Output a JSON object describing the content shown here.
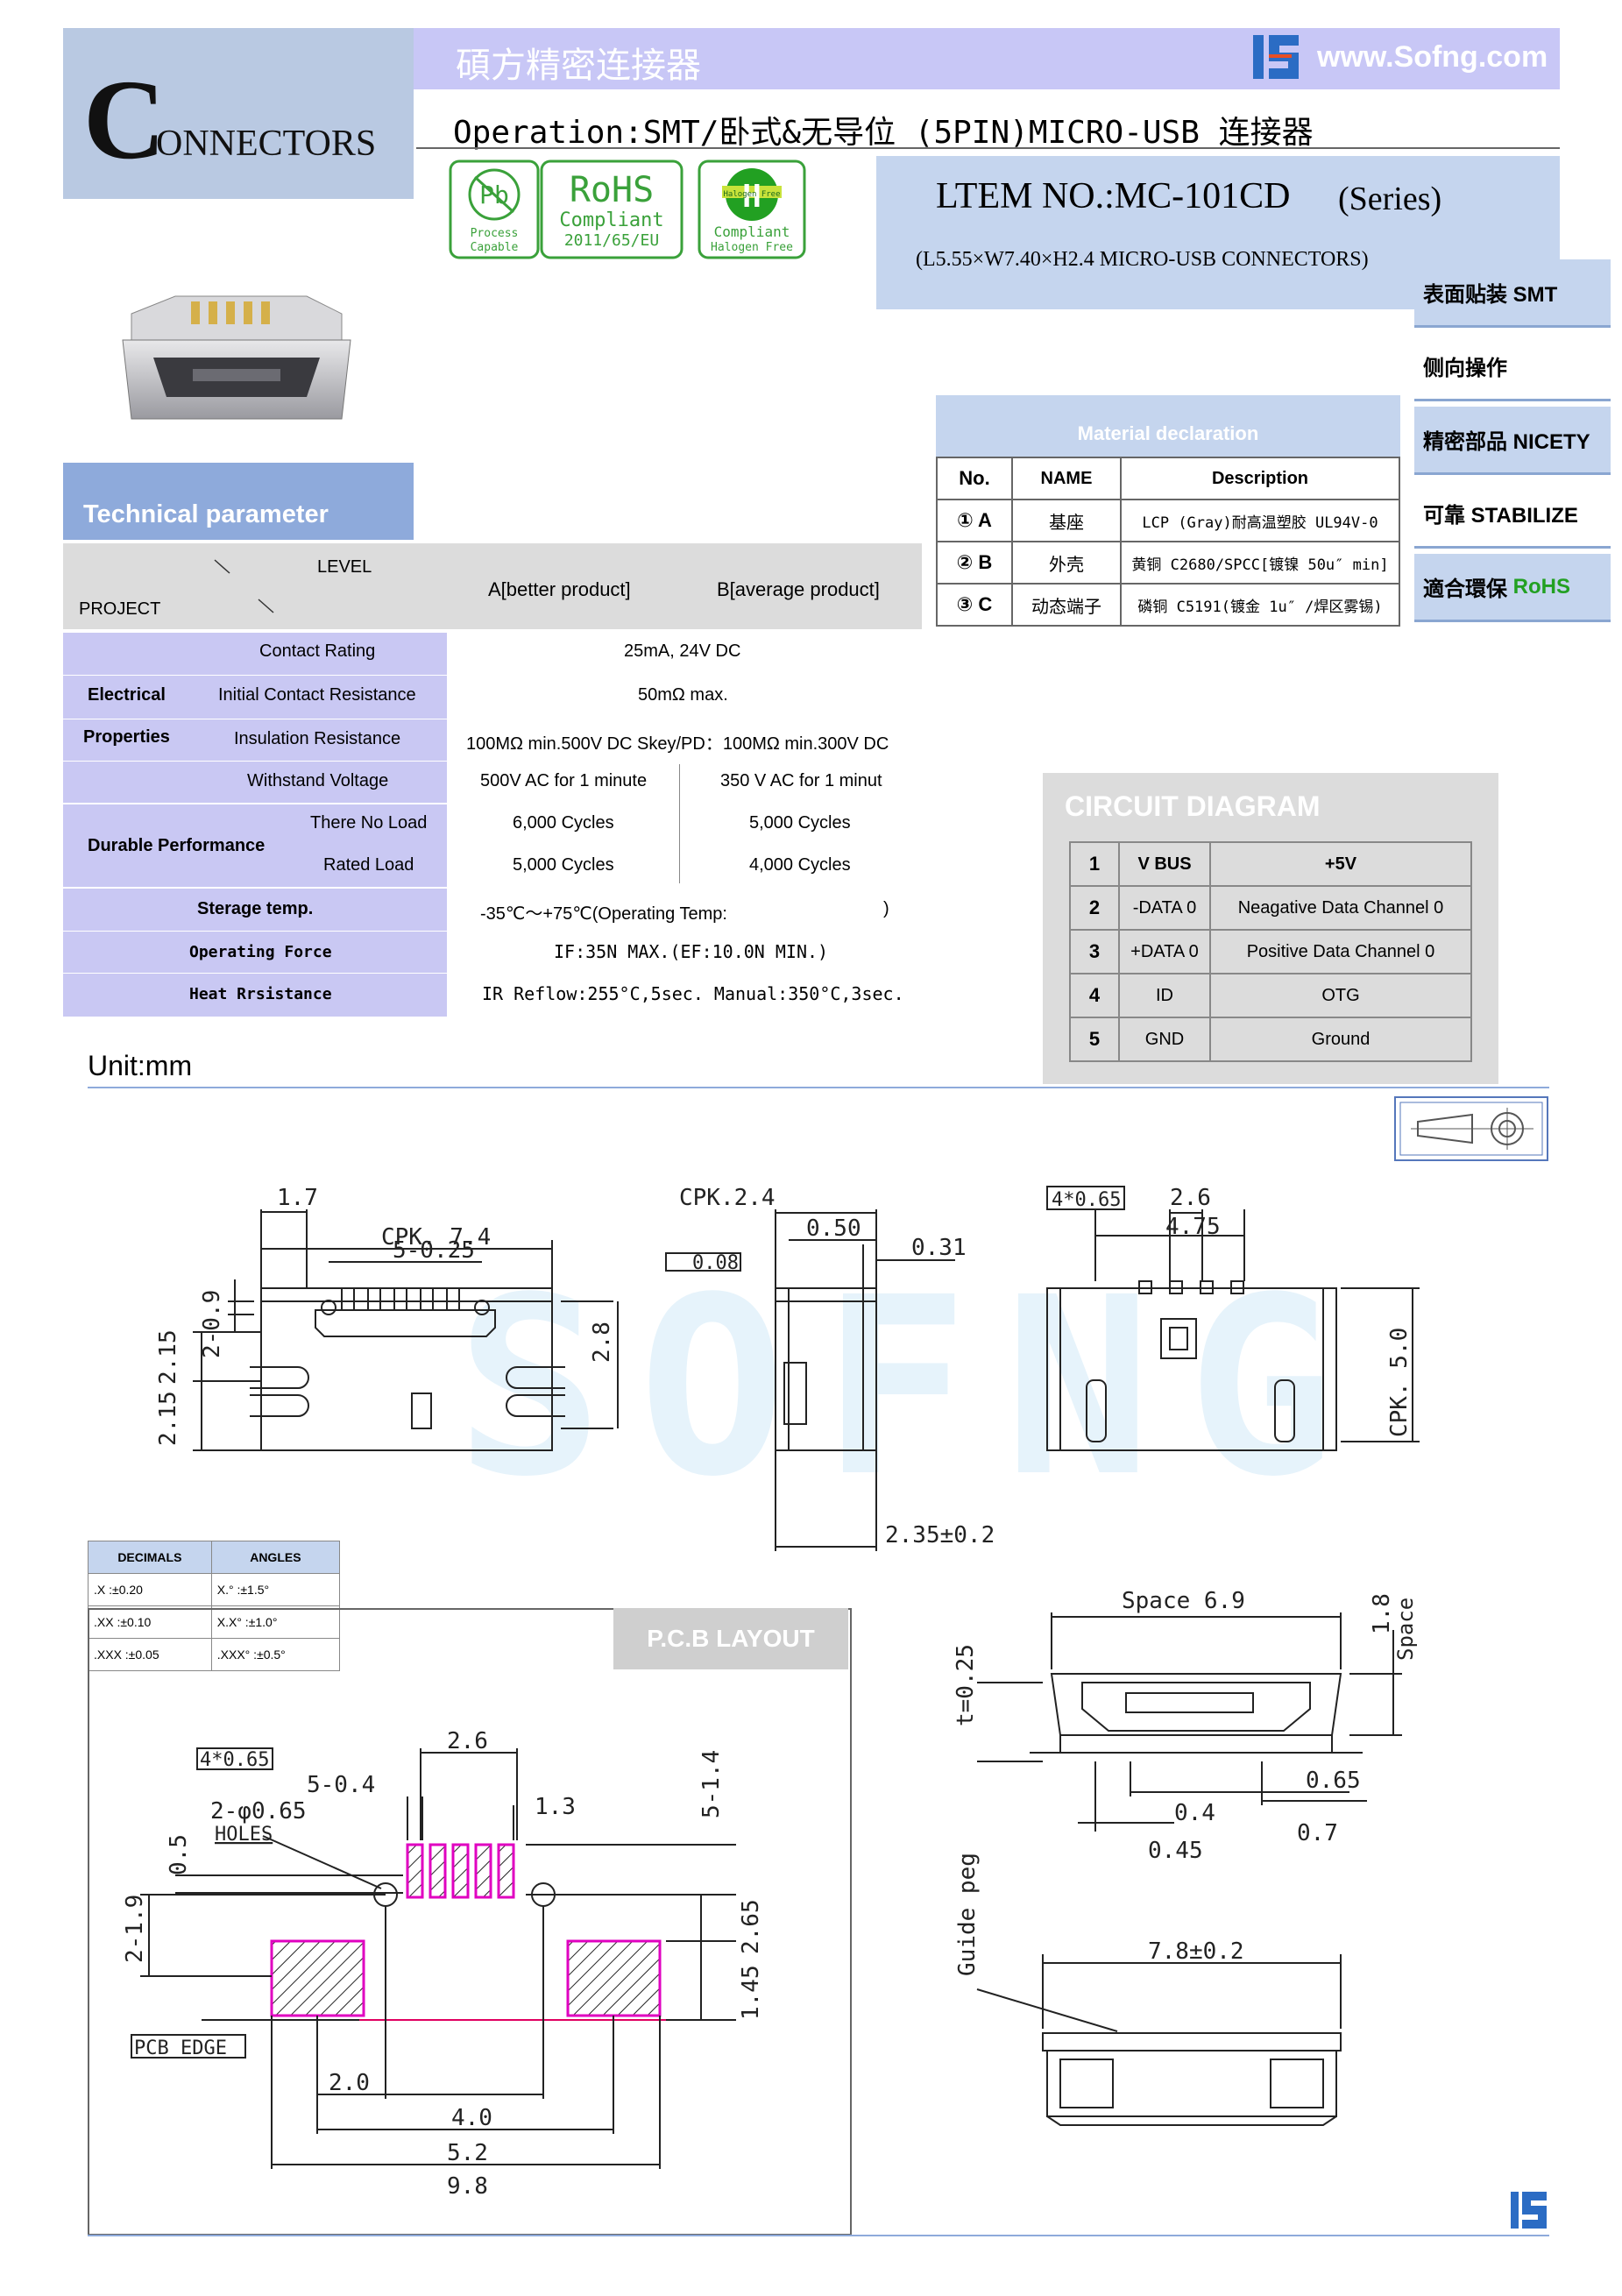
{
  "brand": {
    "initial": "C",
    "rest": "ONNECTORS",
    "band_title": "碩方精密连接器",
    "url": "www.Sofng.com"
  },
  "operation": {
    "title": "Operation:SMT/卧式&无导位  (5PIN)MICRO-USB 连接器"
  },
  "certs": {
    "pb": "Pb",
    "pb_sub1": "Process",
    "pb_sub2": "Capable",
    "rohs": "RoHS",
    "rohs_sub1": "Compliant",
    "rohs_sub2": "2011/65/EU",
    "hf": "H",
    "hf_top": "Halogen Free",
    "hf_sub1": "Compliant",
    "hf_sub2": "Halogen Free"
  },
  "item": {
    "no": "LTEM NO.:MC-101CD",
    "series": "(Series)",
    "dims": "(L5.55×W7.40×H2.4    MICRO-USB CONNECTORS)"
  },
  "side_tags": [
    {
      "label": "表面贴装  SMT"
    },
    {
      "label": "侧向操作"
    },
    {
      "label": "精密部品 NICETY"
    },
    {
      "label": "可靠 STABILIZE"
    },
    {
      "label": "適合環保",
      "accent": "RoHS"
    }
  ],
  "colors": {
    "band": "#c8c7f6",
    "light_blue": "#c5d5ee",
    "tp_blue": "#8eaadb",
    "lavender": "#c9c8f3",
    "rohs_green": "#22a022",
    "magenta": "#e000c0"
  },
  "tech": {
    "title": "Technical parameter",
    "level": "LEVEL",
    "project": "PROJECT",
    "col_a": "A[better product]",
    "col_b": "B[average product]",
    "rows": {
      "electrical": "Electrical",
      "properties": "Properties",
      "contact_rating": "Contact Rating",
      "contact_rating_val": "25mA, 24V DC",
      "initial_res": "Initial Contact Resistance",
      "initial_res_val": "50mΩ max.",
      "insulation": "Insulation Resistance",
      "insulation_val": "100MΩ min.500V DC    Skey/PD：100MΩ min.300V DC",
      "withstand": "Withstand Voltage",
      "withstand_a": "500V AC for 1 minute",
      "withstand_b": "350 V AC for 1 minut",
      "durable": "Durable Performance",
      "no_load": "There No Load",
      "no_load_a": "6,000 Cycles",
      "no_load_b": "5,000 Cycles",
      "rated": "Rated Load",
      "rated_a": "5,000 Cycles",
      "rated_b": "4,000 Cycles",
      "storage": "Sterage temp.",
      "storage_val": "-35℃～+75℃(Operating Temp:",
      "storage_close": ")",
      "op_force": "Operating Force",
      "op_force_val": "IF:35N MAX.(EF:10.0N MIN.)",
      "heat": "Heat Rrsistance",
      "heat_val": "IR Reflow:255°C,5sec.  Manual:350°C,3sec."
    }
  },
  "material": {
    "title": "Material declaration",
    "headers": [
      "No.",
      "NAME",
      "Description"
    ],
    "rows": [
      [
        "① A",
        "基座",
        "LCP (Gray)耐高温塑胶 UL94V-0"
      ],
      [
        "② B",
        "外壳",
        "黄铜 C2680/SPCC[镀镍 50u″ min]"
      ],
      [
        "③ C",
        "动态端子",
        "磷铜 C5191(镀金 1u″ /焊区雾锡)"
      ]
    ]
  },
  "circuit": {
    "title": "CIRCUIT DIAGRAM",
    "rows": [
      [
        "1",
        "V BUS",
        "+5V"
      ],
      [
        "2",
        "-DATA 0",
        "Neagative Data Channel 0"
      ],
      [
        "3",
        "+DATA 0",
        "Positive Data Channel 0"
      ],
      [
        "4",
        "ID",
        "OTG"
      ],
      [
        "5",
        "GND",
        "Ground"
      ]
    ]
  },
  "unit": "Unit:mm",
  "tolerance": {
    "headers": [
      "DECIMALS",
      "ANGLES"
    ],
    "rows": [
      [
        ".X      :±0.20",
        "X.°    :±1.5°"
      ],
      [
        ".XX     :±0.10",
        "X.X°   :±1.0°"
      ],
      [
        ".XXX    :±0.05",
        ".XXX°   :±0.5°"
      ]
    ]
  },
  "pcb": {
    "label": "P.C.B LAYOUT"
  },
  "dims": {
    "front": {
      "d1": "1.7",
      "d2": "CPK. 7.4",
      "d3": "5-0.25",
      "d4": "2-0.9",
      "d5": "2.15",
      "d6": "2.15",
      "d7": "2.8"
    },
    "side": {
      "d1": "CPK.2.4",
      "d2": "0.50",
      "d3": "0.31",
      "d4": "0.08",
      "d5": "2.35±0.2"
    },
    "top": {
      "d1": "4*0.65",
      "d2": "2.6",
      "d3": "4.75",
      "d4": "CPK. 5.0"
    },
    "pcb": {
      "d1": "4*0.65",
      "d2": "2.6",
      "d3": "5-0.4",
      "d4": "2-φ0.65",
      "d5": "HOLES",
      "d6": "1.3",
      "d7": "0.5",
      "d8": "5-1.4",
      "d9": "2-1.9",
      "d10": "2.65",
      "d11": "1.45",
      "d12": "PCB EDGE",
      "d13": "2.0",
      "d14": "4.0",
      "d15": "5.2",
      "d16": "9.8"
    },
    "end": {
      "d1": "Space 6.9",
      "d2": "1.8",
      "d3": "Space",
      "d4": "t=0.25",
      "d5": "0.65",
      "d6": "0.4",
      "d7": "0.7",
      "d8": "0.45"
    },
    "guide": {
      "d1": "Guide peg",
      "d2": "7.8±0.2"
    }
  },
  "watermark": "SOFNG"
}
